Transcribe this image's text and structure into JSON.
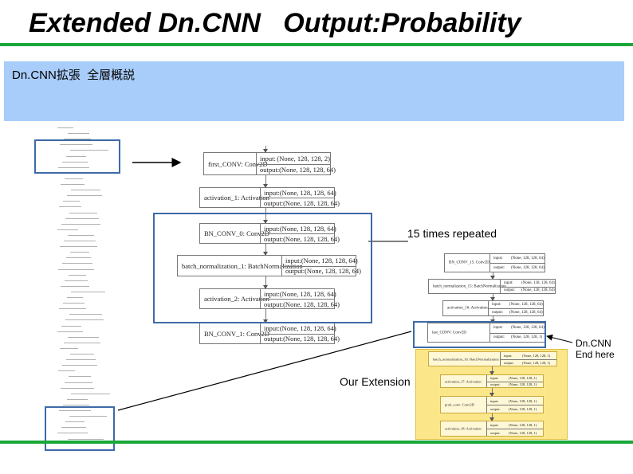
{
  "slide": {
    "title": "Extended Dn.CNN   Output:Probability",
    "banner_text": "Dn.CNN拡張  全層概説"
  },
  "annotations": {
    "repeat_label": "15 times repeated",
    "dncnn_end_label": "Dn.CNN\nEnd here",
    "extension_label": "Our Extension"
  },
  "colors": {
    "accent_green": "#1aa83a",
    "banner_blue": "#a9cdfa",
    "box_blue": "#3d6aa8",
    "extension_yellow": "#fbe78a"
  },
  "big_layers": [
    {
      "name": "first_CONV: Conv2D",
      "input_label": "input:",
      "input": "(None, 128, 128, 2)",
      "output_label": "output:",
      "output": "(None, 128, 128, 64)"
    },
    {
      "name": "activation_1: Activation",
      "input_label": "input:",
      "input": "(None, 128, 128, 64)",
      "output_label": "output:",
      "output": "(None, 128, 128, 64)"
    },
    {
      "name": "BN_CONV_0: Conv2D",
      "input_label": "input:",
      "input": "(None, 128, 128, 64)",
      "output_label": "output:",
      "output": "(None, 128, 128, 64)"
    },
    {
      "name": "batch_normalization_1: BatchNormalization",
      "input_label": "input:",
      "input": "(None, 128, 128, 64)",
      "output_label": "output:",
      "output": "(None, 128, 128, 64)"
    },
    {
      "name": "activation_2: Activation",
      "input_label": "input:",
      "input": "(None, 128, 128, 64)",
      "output_label": "output:",
      "output": "(None, 128, 128, 64)"
    },
    {
      "name": "BN_CONV_1: Conv2D",
      "input_label": "input:",
      "input": "(None, 128, 128, 64)",
      "output_label": "output:",
      "output": "(None, 128, 128, 64)"
    }
  ],
  "right_layers": [
    {
      "name": "BN_CONV_15: Conv2D",
      "input_label": "input:",
      "input": "(None, 128, 128, 64)",
      "output_label": "output:",
      "output": "(None, 128, 128, 64)"
    },
    {
      "name": "batch_normalization_15: BatchNormalization",
      "input_label": "input:",
      "input": "(None, 128, 128, 64)",
      "output_label": "output:",
      "output": "(None, 128, 128, 64)"
    },
    {
      "name": "activation_16: Activation",
      "input_label": "input:",
      "input": "(None, 128, 128, 64)",
      "output_label": "output:",
      "output": "(None, 128, 128, 64)"
    },
    {
      "name": "last_CONV: Conv2D",
      "input_label": "input:",
      "input": "(None, 128, 128, 64)",
      "output_label": "output:",
      "output": "(None, 128, 128, 1)"
    }
  ],
  "extension_layers": [
    {
      "name": "batch_normalization_16: BatchNormalization",
      "input_label": "input:",
      "input": "(None, 128, 128, 1)",
      "output_label": "output:",
      "output": "(None, 128, 128, 1)"
    },
    {
      "name": "activation_17: Activation",
      "input_label": "input:",
      "input": "(None, 128, 128, 1)",
      "output_label": "output:",
      "output": "(None, 128, 128, 1)"
    },
    {
      "name": "prob_conv: Conv2D",
      "input_label": "input:",
      "input": "(None, 128, 128, 1)",
      "output_label": "output:",
      "output": "(None, 128, 128, 1)"
    },
    {
      "name": "activation_18: Activation",
      "input_label": "input:",
      "input": "(None, 128, 128, 1)",
      "output_label": "output:",
      "output": "(None, 128, 128, 1)"
    }
  ]
}
